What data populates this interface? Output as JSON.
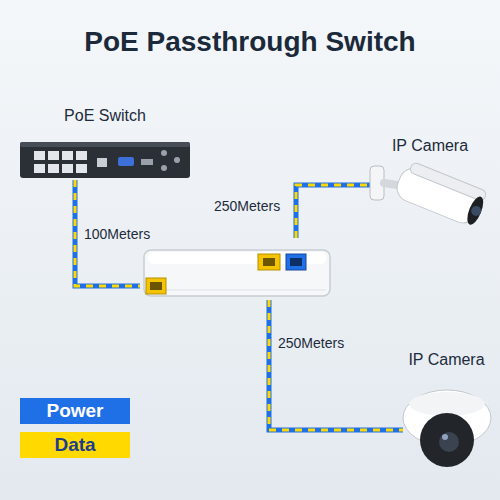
{
  "diagram": {
    "title": "PoE Passthrough Switch",
    "nodes": [
      {
        "text": [
          "PoE Switch"
        ]
      },
      {
        "text": [
          "IP Camera"
        ]
      },
      {
        "text": []
      },
      {
        "text": [
          "IP Camera"
        ]
      }
    ],
    "edges": [
      {
        "from": 0,
        "to": 2,
        "arrow": "none",
        "label": "100Meters"
      },
      {
        "from": 2,
        "to": 1,
        "arrow": "none",
        "label": "250Meters"
      },
      {
        "from": 2,
        "to": 3,
        "arrow": "none",
        "label": "250Meters"
      }
    ],
    "legend": [
      {
        "text": "Power",
        "color": "#1f6fe6"
      },
      {
        "text": "Data",
        "color": "#ffd900"
      }
    ]
  }
}
